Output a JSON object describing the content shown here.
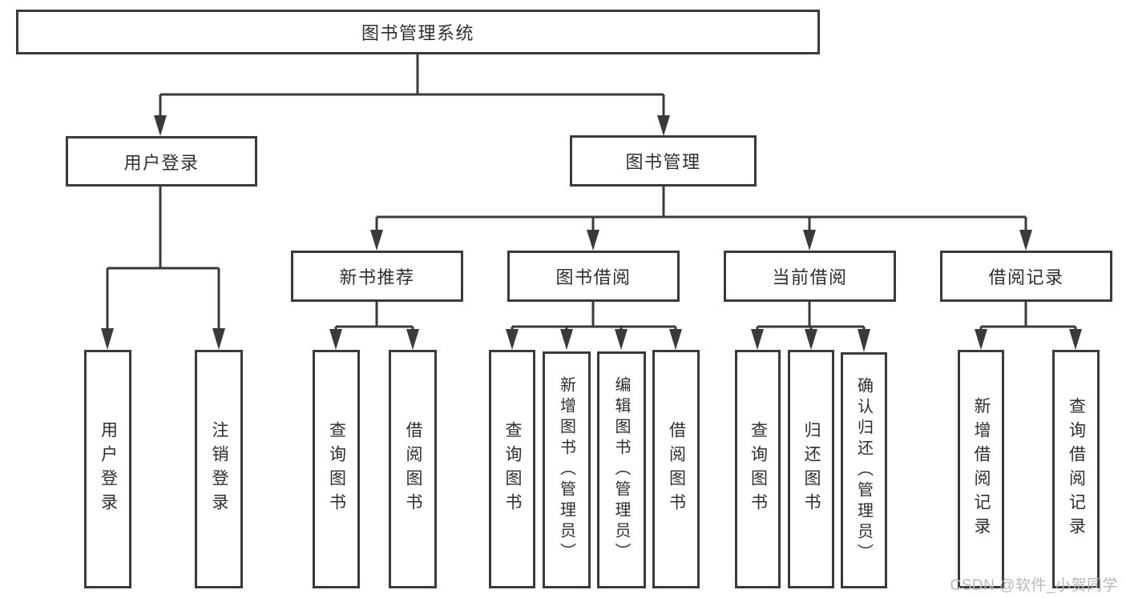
{
  "diagram": {
    "root": {
      "label": "图书管理系统"
    },
    "branches": [
      {
        "label": "用户登录",
        "children": [
          {
            "label": "用户登录"
          },
          {
            "label": "注销登录"
          }
        ]
      },
      {
        "label": "图书管理",
        "children": [
          {
            "label": "新书推荐",
            "children": [
              {
                "label": "查询图书"
              },
              {
                "label": "借阅图书"
              }
            ]
          },
          {
            "label": "图书借阅",
            "children": [
              {
                "label": "查询图书"
              },
              {
                "label": "新增图书（管理员）"
              },
              {
                "label": "编辑图书（管理员）"
              },
              {
                "label": "借阅图书"
              }
            ]
          },
          {
            "label": "当前借阅",
            "children": [
              {
                "label": "查询图书"
              },
              {
                "label": "归还图书"
              },
              {
                "label": "确认归还（管理员）"
              }
            ]
          },
          {
            "label": "借阅记录",
            "children": [
              {
                "label": "新增借阅记录"
              },
              {
                "label": "查询借阅记录"
              }
            ]
          }
        ]
      }
    ]
  },
  "watermark": {
    "text": "CSDN @软件_小贺同学"
  },
  "colors": {
    "line": "#3a3a3a",
    "text": "#2e2e2e",
    "background": "#ffffff",
    "watermark": "#b8b8b8"
  }
}
